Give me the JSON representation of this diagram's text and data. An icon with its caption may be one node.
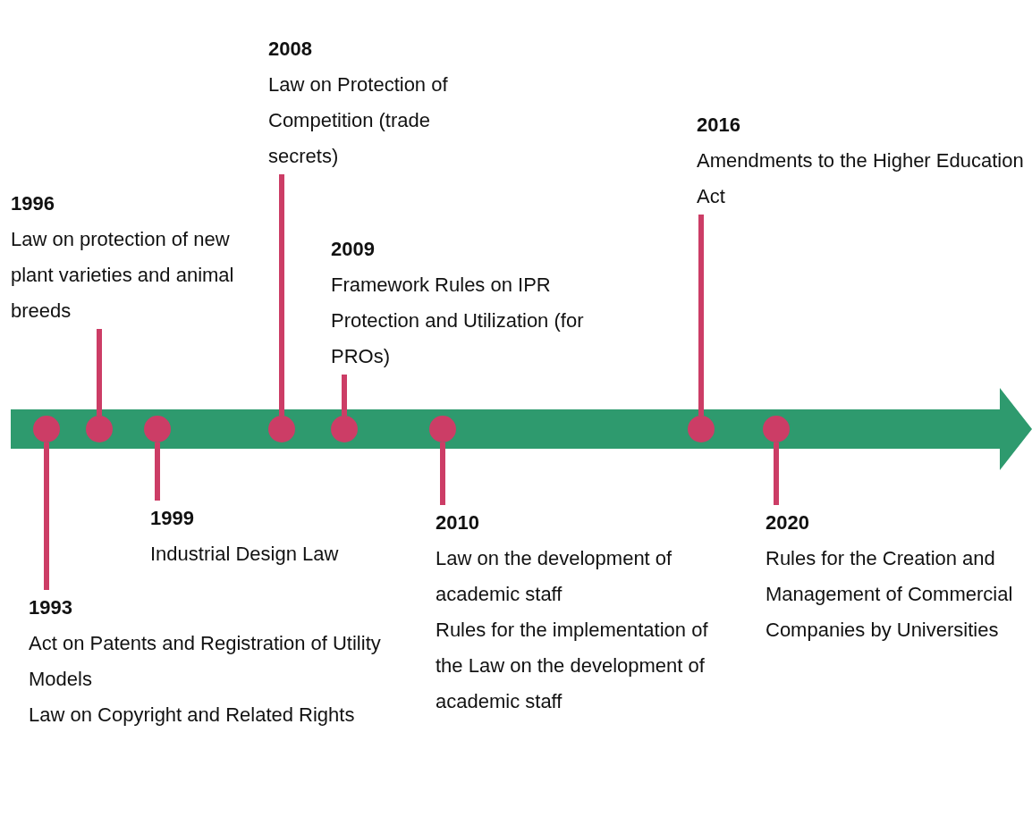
{
  "diagram": {
    "nodes": [
      {
        "text": [
          "1993",
          "Act on Patents and Registration of Utility Models",
          "Law on Copyright and Related Rights"
        ]
      },
      {
        "text": [
          "1996",
          "Law on protection of new plant varieties and animal breeds"
        ]
      },
      {
        "text": [
          "1999",
          "Industrial Design Law"
        ]
      },
      {
        "text": [
          "2008",
          "Law on Protection of Competition (trade secrets)"
        ]
      },
      {
        "text": [
          "2009",
          "Framework Rules on IPR Protection and Utilization (for PROs)"
        ]
      },
      {
        "text": [
          "2010",
          "Law on the development of academic staff",
          "Rules for the implementation of the Law on the development of academic staff"
        ]
      },
      {
        "text": [
          "2016",
          "Amendments to the Higher Education Act"
        ]
      },
      {
        "text": [
          "2020",
          "Rules for the Creation and Management of Commercial Companies by Universities"
        ]
      },
      {
        "text": [],
        "shape": "circle"
      },
      {
        "text": [],
        "shape": "circle"
      },
      {
        "text": [],
        "shape": "circle"
      },
      {
        "text": [],
        "shape": "circle"
      },
      {
        "text": [],
        "shape": "circle"
      },
      {
        "text": [],
        "shape": "circle"
      },
      {
        "text": [],
        "shape": "circle"
      },
      {
        "text": [],
        "shape": "circle"
      }
    ],
    "edges": [
      {
        "from": 8,
        "to": 0,
        "arrow": "none"
      },
      {
        "from": 9,
        "to": 1,
        "arrow": "none"
      },
      {
        "from": 10,
        "to": 2,
        "arrow": "none"
      },
      {
        "from": 11,
        "to": 3,
        "arrow": "none"
      },
      {
        "from": 12,
        "to": 4,
        "arrow": "none"
      },
      {
        "from": 13,
        "to": 5,
        "arrow": "none"
      },
      {
        "from": 14,
        "to": 6,
        "arrow": "none"
      },
      {
        "from": 15,
        "to": 7,
        "arrow": "none"
      }
    ]
  }
}
